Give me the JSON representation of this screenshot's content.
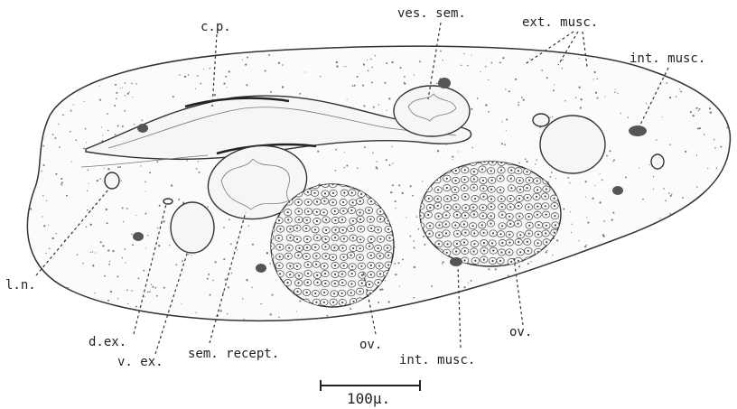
{
  "figure": {
    "labels": {
      "cp": "c.p.",
      "ves_sem": "ves. sem.",
      "ext_musc": "ext. musc.",
      "int_musc_top": "int. musc.",
      "ln": "l.n.",
      "dex": "d.ex.",
      "vex": "v. ex.",
      "sem_recept": "sem. recept.",
      "ov_left": "ov.",
      "int_musc_bottom": "int. musc.",
      "ov_right": "ov."
    },
    "scale_bar": {
      "label": "100μ."
    }
  },
  "colors": {
    "ink": "#333333",
    "paper": "#ffffff",
    "body_fill": "#fbfbf9"
  }
}
